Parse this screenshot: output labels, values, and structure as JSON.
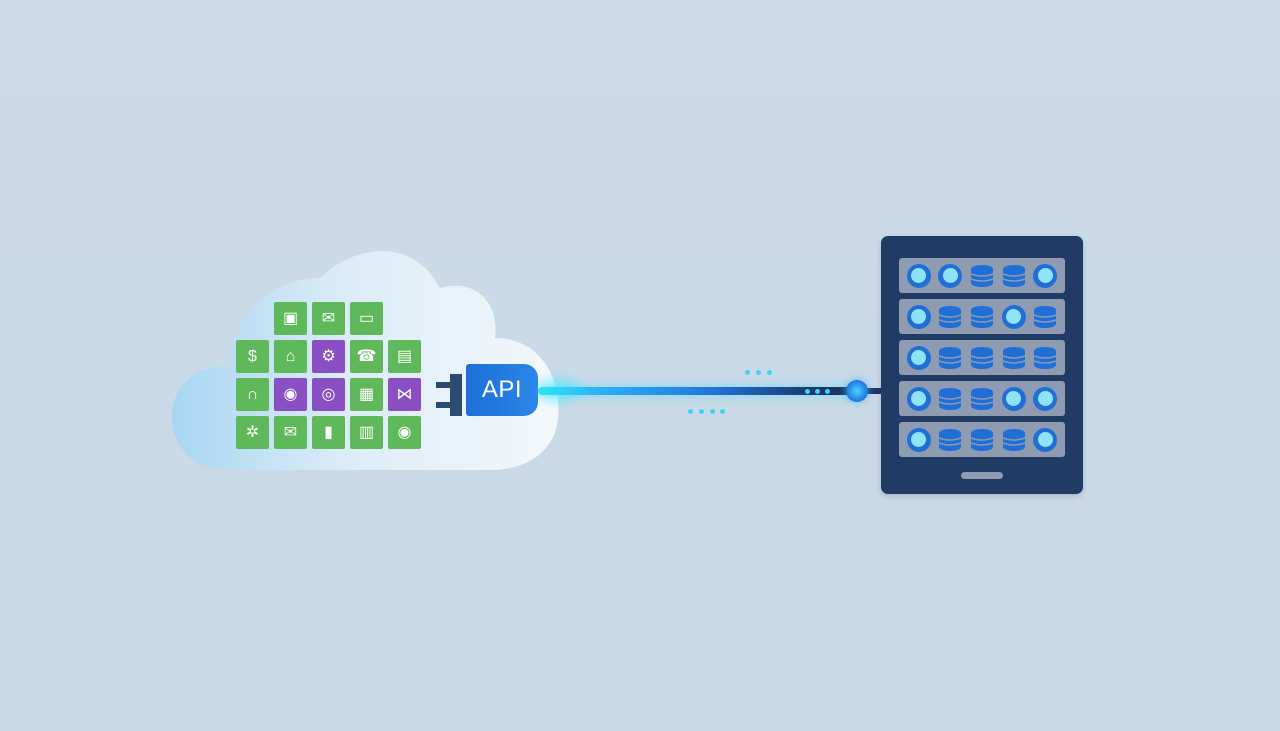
{
  "api_plug": {
    "label": "API"
  },
  "colors": {
    "background": "#cbdae8",
    "tile_green": "#5fb85a",
    "tile_purple": "#8b4fc4",
    "api_blue": "#2279e0",
    "cable_cyan": "#2ee6f6",
    "server_body": "#213c64",
    "server_rack": "#8e9bb0"
  },
  "cloud": {
    "tiles": [
      {
        "row": 0,
        "col": 1,
        "color": "green",
        "icon": "monitor-cart-icon",
        "glyph": "▣"
      },
      {
        "row": 0,
        "col": 2,
        "color": "green",
        "icon": "mail-icon",
        "glyph": "✉"
      },
      {
        "row": 0,
        "col": 3,
        "color": "green",
        "icon": "message-icon",
        "glyph": "▭"
      },
      {
        "row": 1,
        "col": 0,
        "color": "green",
        "icon": "dollar-doc-icon",
        "glyph": "$"
      },
      {
        "row": 1,
        "col": 1,
        "color": "green",
        "icon": "arch-user-icon",
        "glyph": "⌂"
      },
      {
        "row": 1,
        "col": 2,
        "color": "purple",
        "icon": "robot-icon",
        "glyph": "⚙"
      },
      {
        "row": 1,
        "col": 3,
        "color": "green",
        "icon": "phone-icon",
        "glyph": "☎"
      },
      {
        "row": 1,
        "col": 4,
        "color": "green",
        "icon": "document-icon",
        "glyph": "▤"
      },
      {
        "row": 2,
        "col": 0,
        "color": "green",
        "icon": "headset-icon",
        "glyph": "∩"
      },
      {
        "row": 2,
        "col": 1,
        "color": "purple",
        "icon": "location-icon",
        "glyph": "◉"
      },
      {
        "row": 2,
        "col": 2,
        "color": "purple",
        "icon": "cube-icon",
        "glyph": "◎"
      },
      {
        "row": 2,
        "col": 3,
        "color": "green",
        "icon": "form-icon",
        "glyph": "▦"
      },
      {
        "row": 2,
        "col": 4,
        "color": "purple",
        "icon": "network-icon",
        "glyph": "⋈"
      },
      {
        "row": 3,
        "col": 0,
        "color": "green",
        "icon": "chip-icon",
        "glyph": "✲"
      },
      {
        "row": 3,
        "col": 1,
        "color": "green",
        "icon": "inbox-icon",
        "glyph": "✉"
      },
      {
        "row": 3,
        "col": 2,
        "color": "green",
        "icon": "kiosk-icon",
        "glyph": "▮"
      },
      {
        "row": 3,
        "col": 3,
        "color": "green",
        "icon": "chart-icon",
        "glyph": "▥"
      },
      {
        "row": 3,
        "col": 4,
        "color": "green",
        "icon": "eye-icon",
        "glyph": "◉"
      }
    ]
  },
  "server": {
    "racks": [
      [
        "led",
        "led",
        "db",
        "db",
        "led"
      ],
      [
        "led",
        "db",
        "db",
        "led",
        "db"
      ],
      [
        "led",
        "db",
        "db",
        "db",
        "db"
      ],
      [
        "led",
        "db",
        "db",
        "led",
        "led"
      ],
      [
        "led",
        "db",
        "db",
        "db",
        "led"
      ]
    ]
  }
}
